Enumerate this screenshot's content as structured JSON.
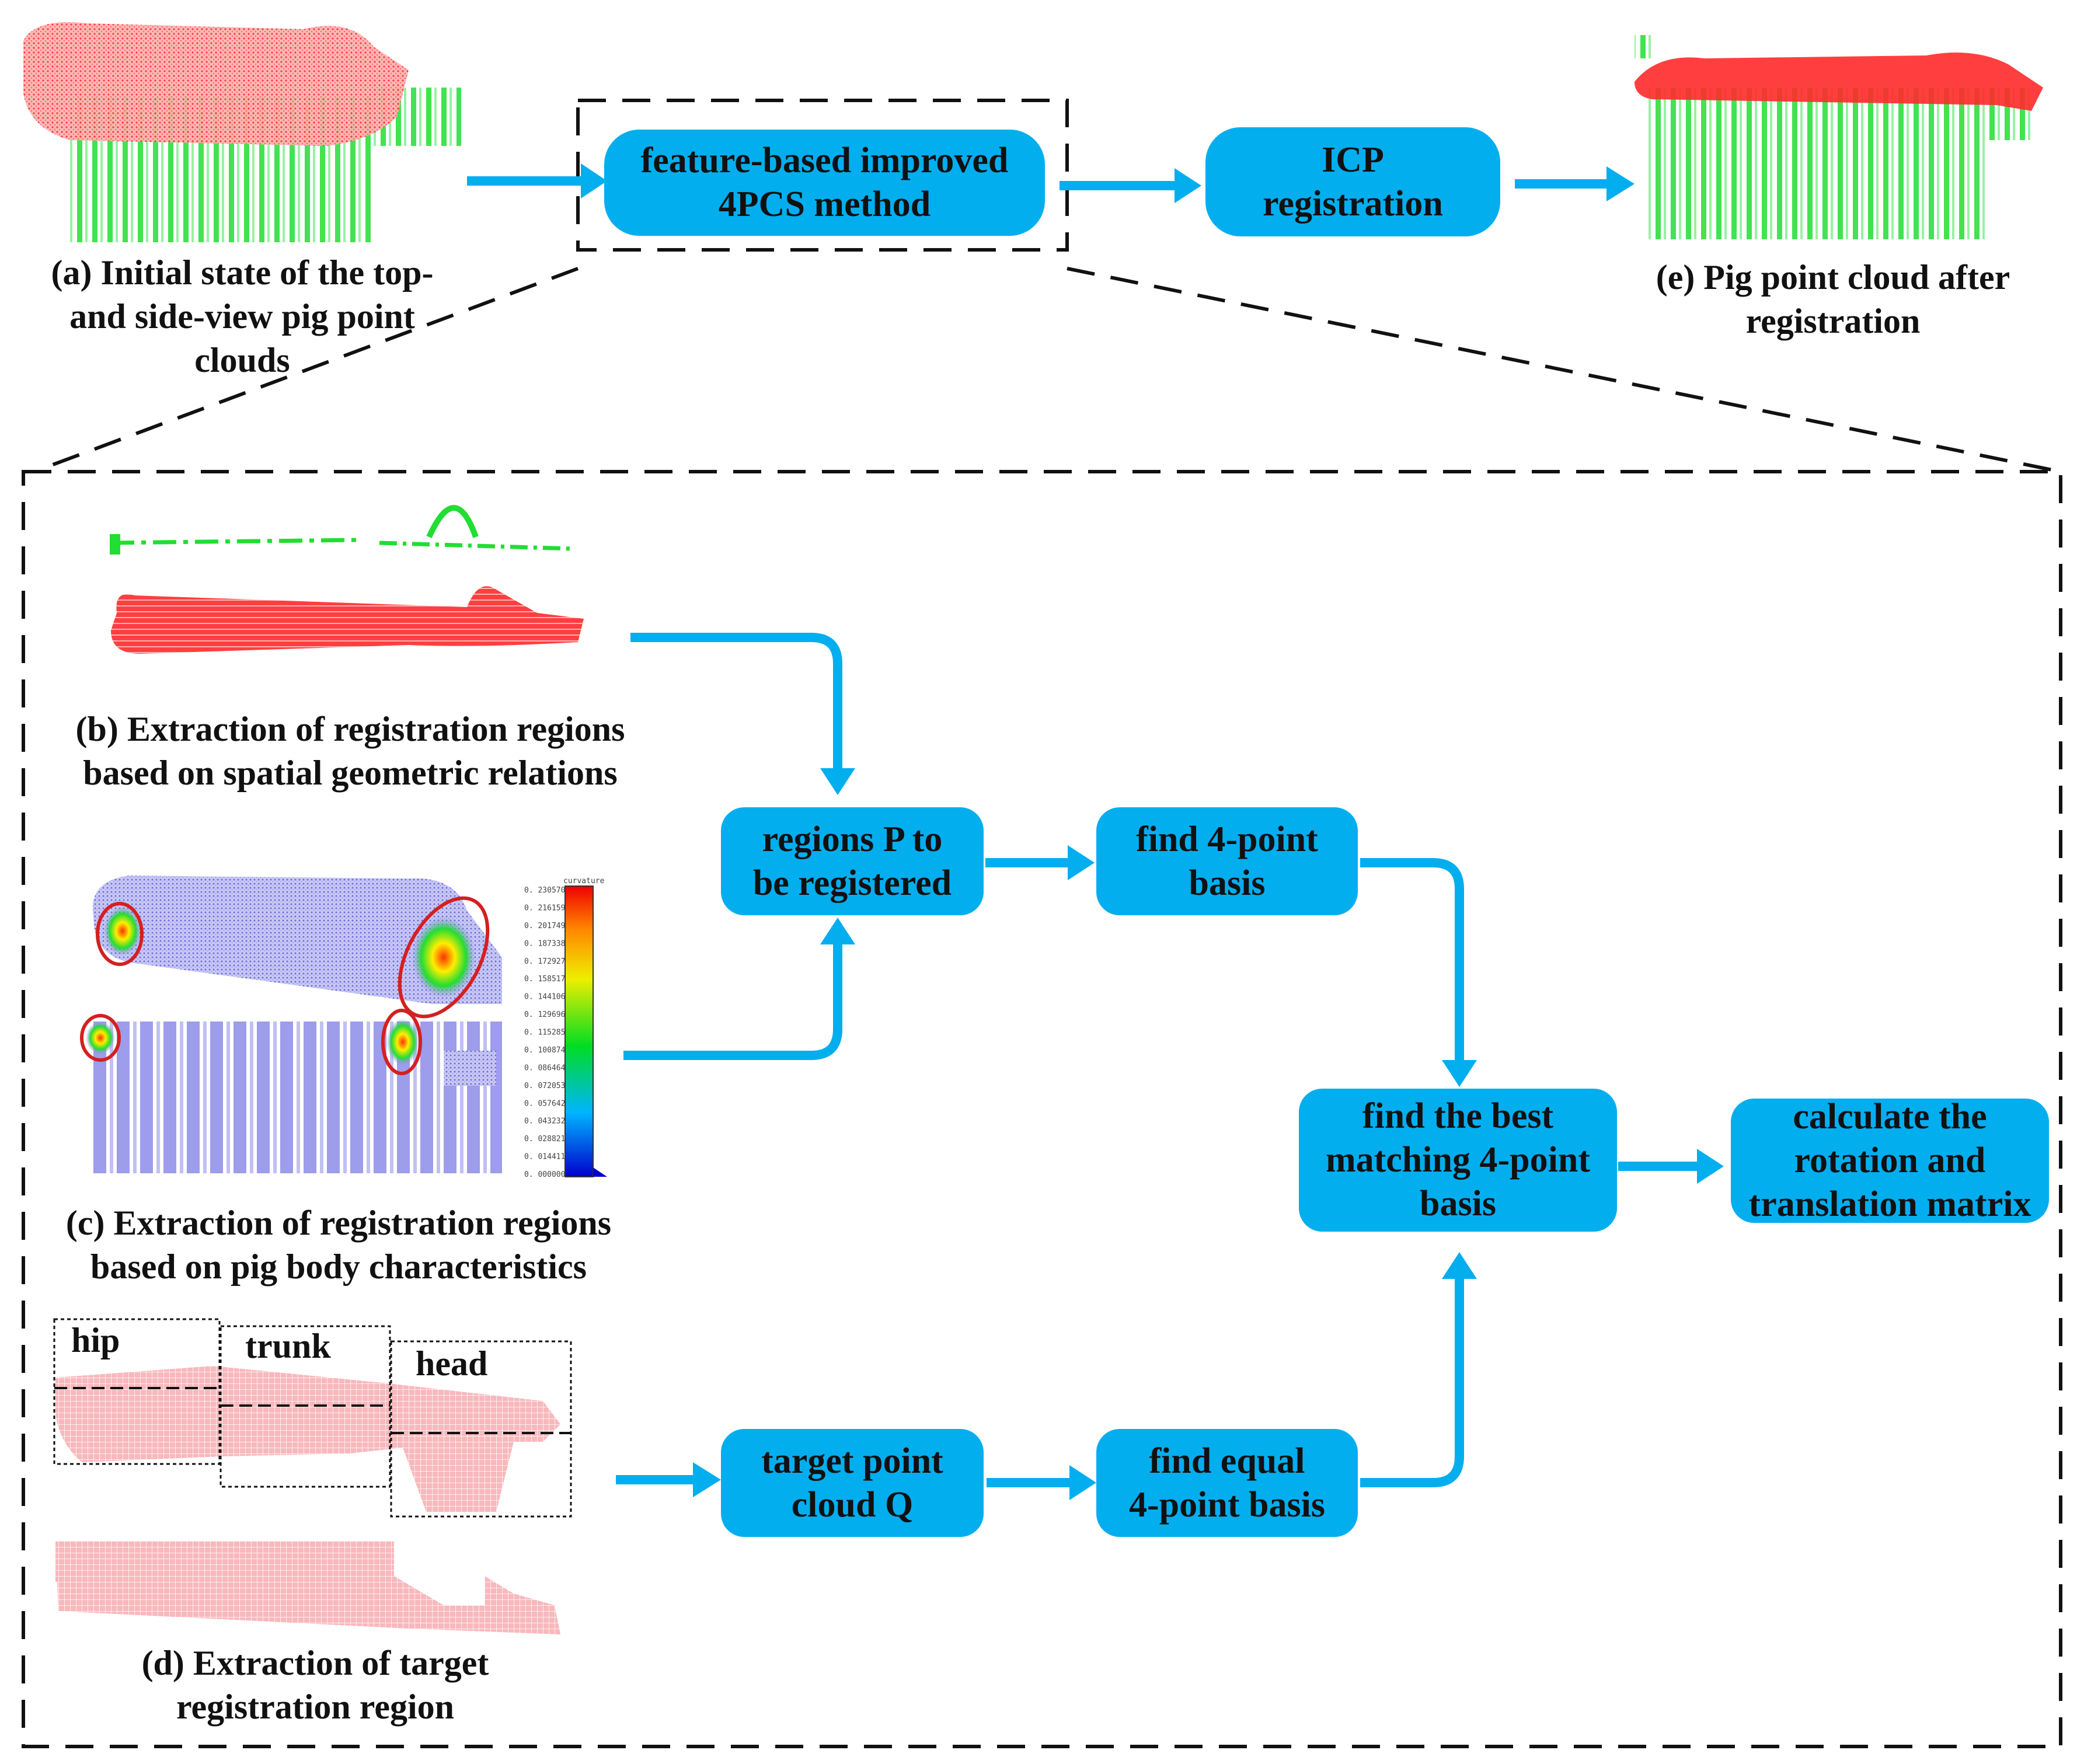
{
  "colors": {
    "box_fill": "#03AEEF",
    "arrow": "#03AEEF",
    "source_cloud": "#22DD33",
    "target_cloud": "#FF2A2A",
    "target_region_pink": "#F59AA0",
    "curvature_cloud": "#8C8CE8",
    "highlight_circle": "#D42020",
    "dashed_frame": "#111111"
  },
  "boxes": {
    "improved_4pcs": {
      "line1": "feature-based improved",
      "line2": "4PCS method"
    },
    "icp": {
      "line1": "ICP",
      "line2": "registration"
    },
    "regions_p": {
      "line1": "regions P to",
      "line2": "be registered"
    },
    "find_basis": {
      "line1": "find 4-point",
      "line2": "basis"
    },
    "best_match": {
      "line1": "find the best",
      "line2": "matching 4-point",
      "line3": "basis"
    },
    "calc_matrix": {
      "line1": "calculate the",
      "line2": "rotation and",
      "line3": "translation matrix"
    },
    "target_q": {
      "line1": "target point",
      "line2": "cloud Q"
    },
    "equal_basis": {
      "line1": "find equal",
      "line2": "4-point basis"
    }
  },
  "captions": {
    "a": {
      "line1": "(a) Initial state of the top-",
      "line2": "and side-view pig point",
      "line3": "clouds"
    },
    "b": {
      "line1": "(b) Extraction of registration regions",
      "line2": "based on spatial geometric relations"
    },
    "c": {
      "line1": "(c) Extraction of registration regions",
      "line2": "based on pig body characteristics"
    },
    "d": {
      "line1": "(d) Extraction of  target",
      "line2": "registration region"
    },
    "e": {
      "line1": "(e) Pig point cloud after",
      "line2": "registration"
    }
  },
  "region_labels": {
    "hip": "hip",
    "trunk": "trunk",
    "head": "head"
  },
  "colorbar": {
    "title": "curvature",
    "ticks": [
      "0. 230570",
      "0. 216159",
      "0. 201749",
      "0. 187338",
      "0. 172927",
      "0. 158517",
      "0. 144106",
      "0. 129696",
      "0. 115285",
      "0. 100874",
      "0. 086464",
      "0. 072053",
      "0. 057642",
      "0. 043232",
      "0. 028821",
      "0. 014411",
      "0. 000000"
    ]
  }
}
